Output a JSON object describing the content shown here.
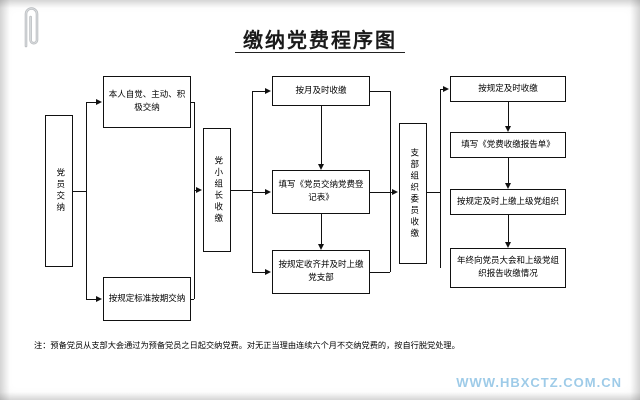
{
  "document": {
    "title": "缴纳党费程序图",
    "note": "注：预备党员从支部大会通过为预备党员之日起交纳党费。对无正当理由连续六个月不交纳党费的，按自行脱党处理。",
    "watermark": "WWW.HBXCTZ.COM.CN",
    "paperclip_icon": "paperclip-icon"
  },
  "nodes": {
    "n1": "党员交纳",
    "n2": "本人自觉、主动、积极交纳",
    "n3": "按规定标准按期交纳",
    "n4": "党小组长收缴",
    "n5": "按月及时收缴",
    "n6": "填写《党员交纳党费登记表》",
    "n7": "按规定收齐并及时上缴党支部",
    "n8": "支部组织委员收缴",
    "n9": "按规定及时收缴",
    "n10": "填写《党费收缴报告单》",
    "n11": "按规定及时上缴上级党组织",
    "n12": "年终向党员大会和上级党组织报告收缴情况"
  },
  "colors": {
    "paper": "#ffffff",
    "line": "#111111",
    "watermark": "#9ecbe8",
    "background": "#e9e9e9"
  }
}
